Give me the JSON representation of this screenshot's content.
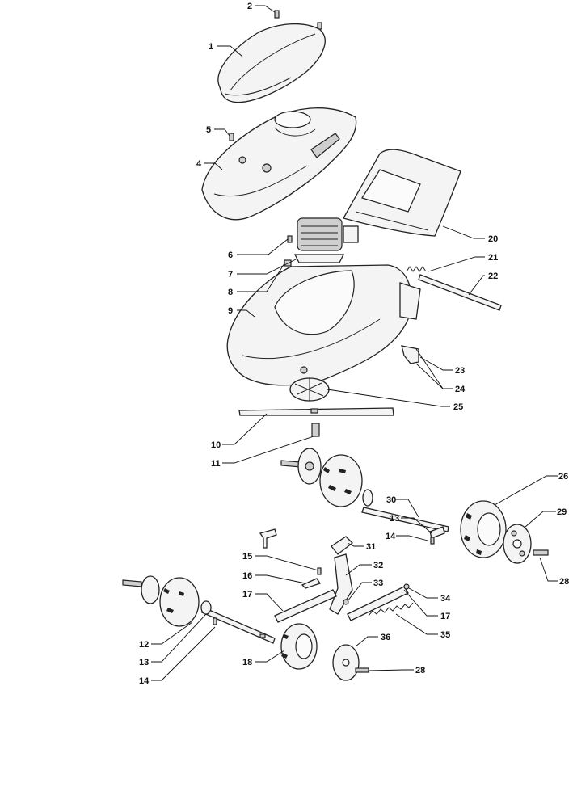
{
  "parts": [
    {
      "id": "2",
      "label": "2"
    },
    {
      "id": "1",
      "label": "1"
    },
    {
      "id": "5",
      "label": "5"
    },
    {
      "id": "4",
      "label": "4"
    },
    {
      "id": "20",
      "label": "20"
    },
    {
      "id": "6",
      "label": "6"
    },
    {
      "id": "21",
      "label": "21"
    },
    {
      "id": "7",
      "label": "7"
    },
    {
      "id": "22",
      "label": "22"
    },
    {
      "id": "8",
      "label": "8"
    },
    {
      "id": "9",
      "label": "9"
    },
    {
      "id": "23",
      "label": "23"
    },
    {
      "id": "24",
      "label": "24"
    },
    {
      "id": "25",
      "label": "25"
    },
    {
      "id": "10",
      "label": "10"
    },
    {
      "id": "11",
      "label": "11"
    },
    {
      "id": "26",
      "label": "26"
    },
    {
      "id": "30",
      "label": "30"
    },
    {
      "id": "13a",
      "label": "13"
    },
    {
      "id": "29",
      "label": "29"
    },
    {
      "id": "14a",
      "label": "14"
    },
    {
      "id": "31",
      "label": "31"
    },
    {
      "id": "15",
      "label": "15"
    },
    {
      "id": "32",
      "label": "32"
    },
    {
      "id": "28a",
      "label": "28"
    },
    {
      "id": "16",
      "label": "16"
    },
    {
      "id": "33",
      "label": "33"
    },
    {
      "id": "17a",
      "label": "17"
    },
    {
      "id": "34",
      "label": "34"
    },
    {
      "id": "17b",
      "label": "17"
    },
    {
      "id": "35",
      "label": "35"
    },
    {
      "id": "12",
      "label": "12"
    },
    {
      "id": "36",
      "label": "36"
    },
    {
      "id": "13b",
      "label": "13"
    },
    {
      "id": "18",
      "label": "18"
    },
    {
      "id": "28b",
      "label": "28"
    },
    {
      "id": "14b",
      "label": "14"
    }
  ]
}
